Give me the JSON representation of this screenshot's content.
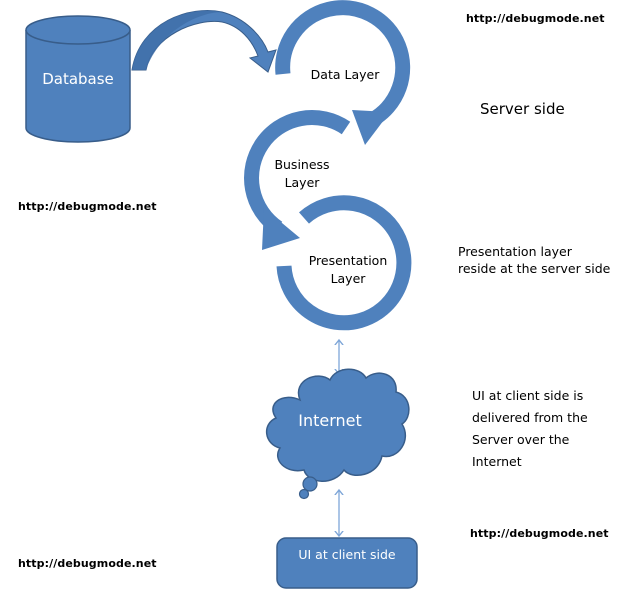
{
  "colors": {
    "shape_fill": "#4F81BD",
    "shape_stroke": "#385D8A",
    "connector": "#7EA6D8",
    "arrow_dark": "#3F6EA8",
    "text_dark": "#000000",
    "text_light": "#FFFFFF"
  },
  "watermarks": [
    "http://debugmode.net",
    "http://debugmode.net",
    "http://debugmode.net",
    "http://debugmode.net"
  ],
  "nodes": {
    "database": "Database",
    "data_layer": "Data Layer",
    "business_layer": [
      "Business",
      "Layer"
    ],
    "presentation_layer": [
      "Presentation",
      "Layer"
    ],
    "internet": "Internet",
    "ui_client": "UI at client side"
  },
  "annotations": {
    "server_side": "Server side",
    "presentation_note": [
      "Presentation layer",
      "reside at the server side"
    ],
    "ui_note": [
      "UI at client side is",
      "delivered from the",
      "Server over the",
      "Internet"
    ]
  },
  "edges": [
    {
      "from": "database",
      "to": "data_layer",
      "style": "curved-block-arrow"
    },
    {
      "from": "data_layer",
      "to": "business_layer",
      "style": "circular-arrow"
    },
    {
      "from": "business_layer",
      "to": "presentation_layer",
      "style": "circular-arrow"
    },
    {
      "from": "presentation_layer",
      "to": "internet",
      "style": "double-headed-line"
    },
    {
      "from": "internet",
      "to": "ui_client",
      "style": "double-headed-line"
    }
  ]
}
